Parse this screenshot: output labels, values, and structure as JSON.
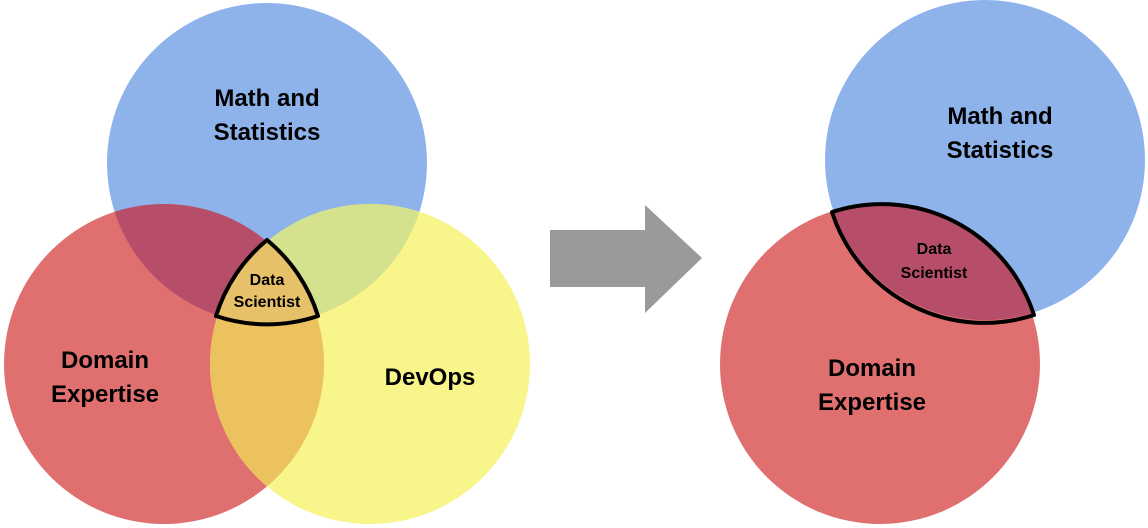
{
  "colors": {
    "math": "#8db3ea",
    "domain": "#e07070",
    "devops": "#f8f58a",
    "math_domain": "#b64e69",
    "math_devops": "#d4e28d",
    "domain_devops": "#ecc25f",
    "center": "#e7c06a",
    "arrow": "#9a9a9a",
    "outline": "#000000"
  },
  "left_diagram": {
    "math": {
      "line1": "Math and",
      "line2": "Statistics"
    },
    "domain": {
      "line1": "Domain",
      "line2": "Expertise"
    },
    "devops": {
      "line1": "DevOps"
    },
    "center": {
      "line1": "Data",
      "line2": "Scientist"
    }
  },
  "right_diagram": {
    "math": {
      "line1": "Math and",
      "line2": "Statistics"
    },
    "domain": {
      "line1": "Domain",
      "line2": "Expertise"
    },
    "center": {
      "line1": "Data",
      "line2": "Scientist"
    }
  }
}
